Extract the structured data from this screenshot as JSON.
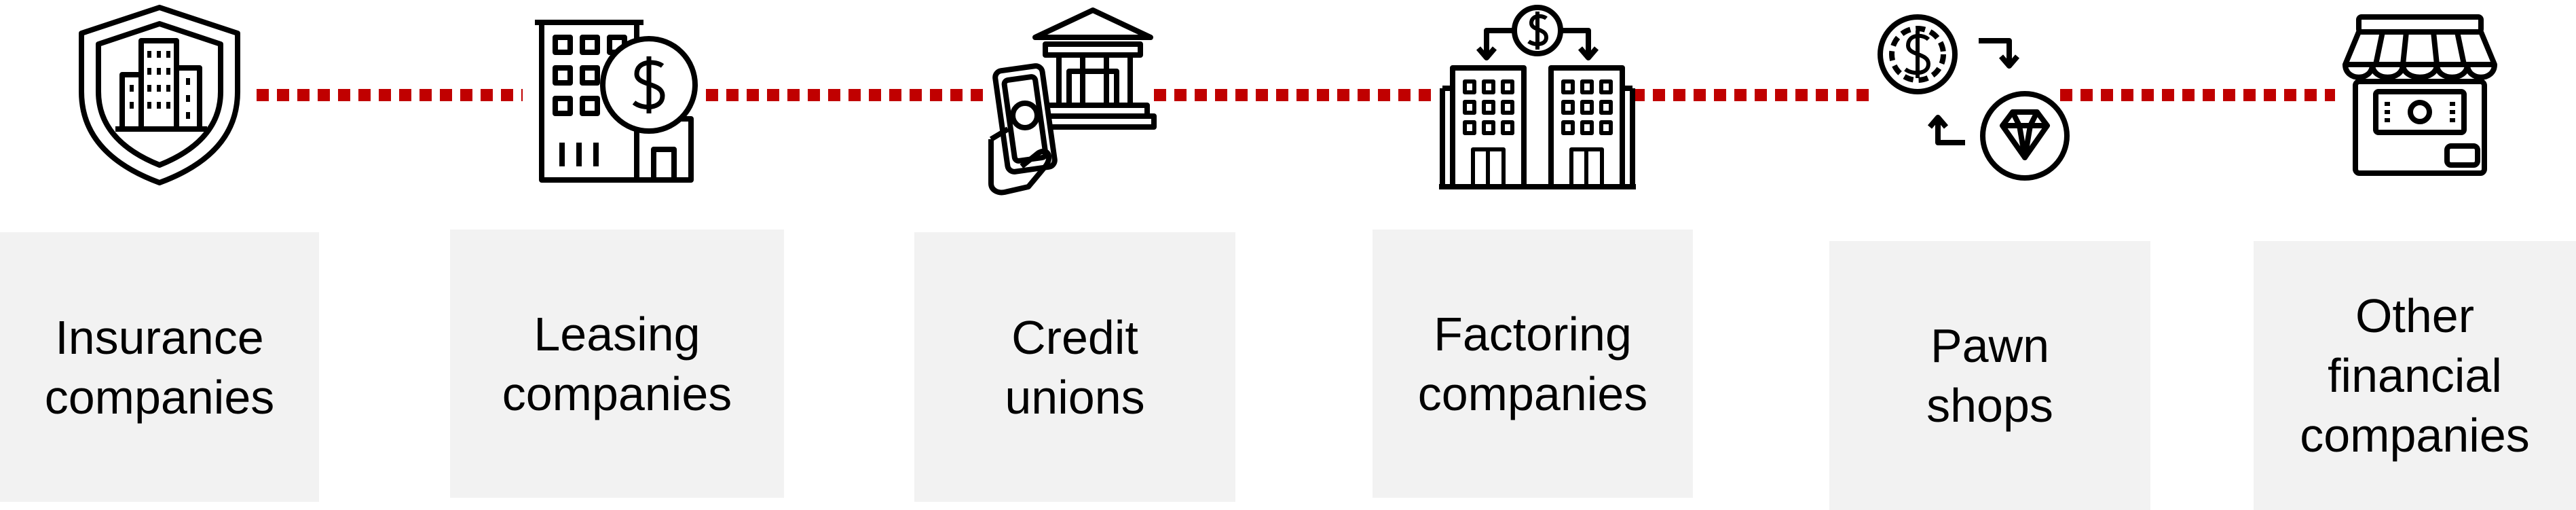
{
  "colors": {
    "connector": "#c00000",
    "box_fill": "#f2f2f2",
    "icon_stroke": "#000000",
    "text": "#000000"
  },
  "steps": [
    {
      "icon": "shield-building-icon",
      "label_lines": [
        "Insurance",
        "companies"
      ]
    },
    {
      "icon": "building-dollar-icon",
      "label_lines": [
        "Leasing",
        "companies"
      ]
    },
    {
      "icon": "bank-cash-hand-icon",
      "label_lines": [
        "Credit",
        "unions"
      ]
    },
    {
      "icon": "buildings-dollar-exchange-icon",
      "label_lines": [
        "Factoring",
        "companies"
      ]
    },
    {
      "icon": "coin-diamond-exchange-icon",
      "label_lines": [
        "Pawn",
        "shops"
      ]
    },
    {
      "icon": "storefront-cash-icon",
      "label_lines": [
        "Other",
        "financial",
        "companies"
      ]
    }
  ]
}
